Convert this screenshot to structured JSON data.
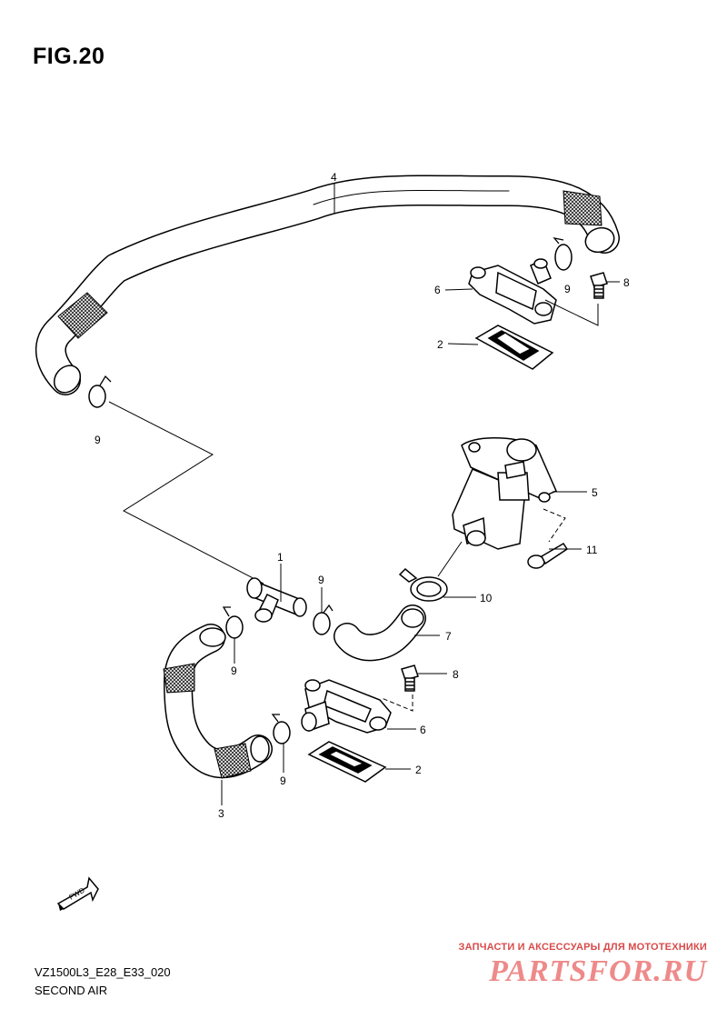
{
  "figure": {
    "title": "FIG.20"
  },
  "callouts": {
    "c1": "1",
    "c2a": "2",
    "c2b": "2",
    "c3": "3",
    "c4": "4",
    "c5": "5",
    "c6a": "6",
    "c6b": "6",
    "c7": "7",
    "c8a": "8",
    "c8b": "8",
    "c9a": "9",
    "c9b": "9",
    "c9c": "9",
    "c9d": "9",
    "c9e": "9",
    "c10": "10",
    "c11": "11"
  },
  "fwd_arrow": {
    "label": "FWD"
  },
  "footer": {
    "model_code": "VZ1500L3_E28_E33_020",
    "section_name": "SECOND AIR"
  },
  "watermark": {
    "tagline": "ЗАПЧАСТИ И АКСЕССУАРЫ ДЛЯ МОТОТЕХНИКИ",
    "brand": "PARTSFOR.RU"
  }
}
